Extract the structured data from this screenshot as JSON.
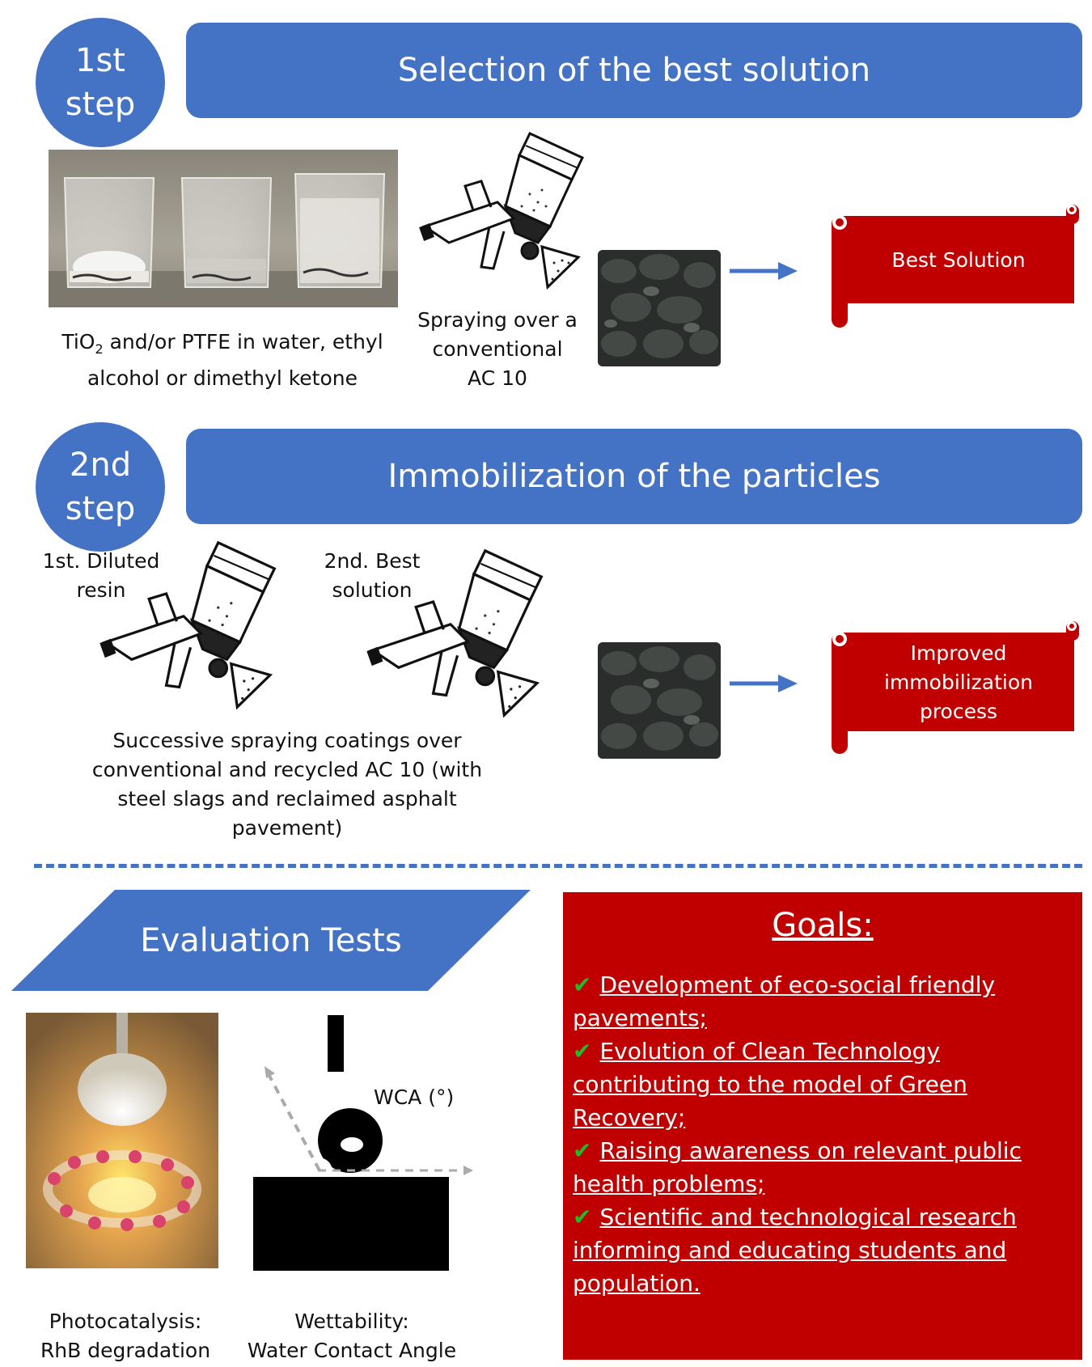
{
  "step1": {
    "circle_line1": "1st",
    "circle_line2": "step",
    "banner": "Selection of the best solution",
    "caption_solutions_pre": "TiO",
    "caption_solutions_sub": "2",
    "caption_solutions_post": " and/or PTFE in water, ethyl",
    "caption_solutions_line2": "alcohol or dimethyl ketone",
    "caption_spray_line1": "Spraying over a",
    "caption_spray_line2": "conventional",
    "caption_spray_line3": "AC 10",
    "result": "Best Solution"
  },
  "step2": {
    "circle_line1": "2nd",
    "circle_line2": "step",
    "banner": "Immobilization of the particles",
    "label_first_line1": "1st. Diluted",
    "label_first_line2": "resin",
    "label_second_line1": "2nd. Best",
    "label_second_line2": "solution",
    "caption_line1": "Successive spraying coatings over",
    "caption_line2": "conventional and recycled AC 10 (with",
    "caption_line3": "steel slags and reclaimed asphalt",
    "caption_line4": "pavement)",
    "result_line1": "Improved",
    "result_line2": "immobilization",
    "result_line3": "process"
  },
  "evaluation": {
    "banner": "Evaluation Tests",
    "wca_label": "WCA (°)",
    "photo_caption_line1": "Photocatalysis:",
    "photo_caption_line2": "RhB degradation",
    "wet_caption_line1": "Wettability:",
    "wet_caption_line2": "Water Contact Angle"
  },
  "goals": {
    "title": "Goals:",
    "items": [
      "Development of eco-social friendly pavements;",
      "Evolution of Clean Technology contributing to the model of Green Recovery;",
      "Raising awareness on relevant public health problems;",
      "Scientific and technological research informing and educating students and population."
    ],
    "lines": [
      [
        "Development of eco-social friendly",
        "pavements;"
      ],
      [
        "Evolution of Clean Technology",
        "contributing to the model of Green",
        "Recovery;"
      ],
      [
        "Raising awareness on relevant public",
        "health problems;"
      ],
      [
        "Scientific and technological research",
        "informing and educating students and",
        "population."
      ]
    ]
  },
  "colors": {
    "blue": "#4472c4",
    "red": "#c00000",
    "check_green": "#22bb22",
    "dashed_divider": "#4472c4"
  },
  "icons": [
    "spray-gun-icon",
    "asphalt-sample-icon",
    "arrow-right-icon",
    "scroll-banner-icon",
    "checkmark-icon",
    "lamp-photo",
    "beakers-photo",
    "droplet-diagram"
  ]
}
